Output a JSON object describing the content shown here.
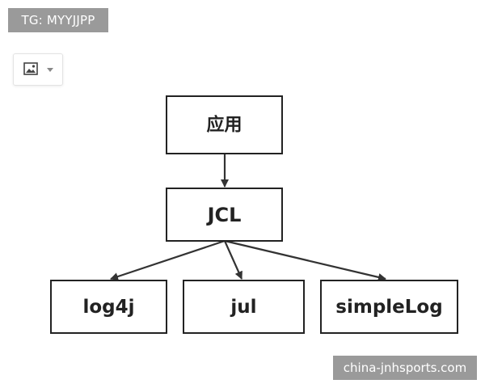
{
  "watermark_top": "TG: MYYJJPP",
  "watermark_bottom": "china-jnhsports.com",
  "toolbar": {
    "image_button_icon": "image-icon",
    "dropdown_icon": "caret-down-icon"
  },
  "diagram": {
    "nodes": {
      "app": "应用",
      "jcl": "JCL",
      "log4j": "log4j",
      "jul": "jul",
      "simplelog": "simpleLog"
    },
    "edges": [
      {
        "from": "app",
        "to": "jcl"
      },
      {
        "from": "jcl",
        "to": "log4j"
      },
      {
        "from": "jcl",
        "to": "jul"
      },
      {
        "from": "jcl",
        "to": "simplelog"
      }
    ],
    "box_border_color": "#222222"
  }
}
